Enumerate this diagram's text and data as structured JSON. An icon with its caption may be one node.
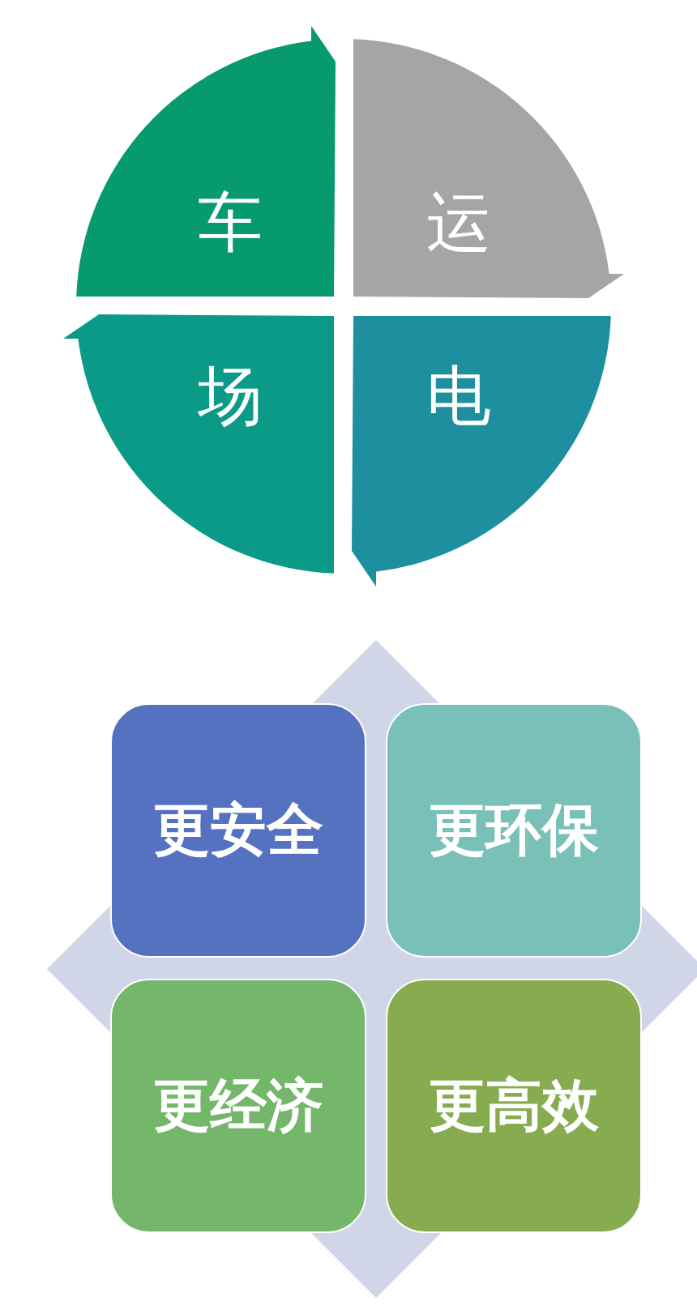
{
  "diagram": {
    "nodes": [
      {
        "text": [
          "车"
        ]
      },
      {
        "text": [
          "运"
        ]
      },
      {
        "text": [
          "场"
        ]
      },
      {
        "text": [
          "电"
        ]
      },
      {
        "text": [
          "更安全"
        ]
      },
      {
        "text": [
          "更环保"
        ]
      },
      {
        "text": [
          "更经济"
        ]
      },
      {
        "text": [
          "更高效"
        ]
      }
    ]
  }
}
